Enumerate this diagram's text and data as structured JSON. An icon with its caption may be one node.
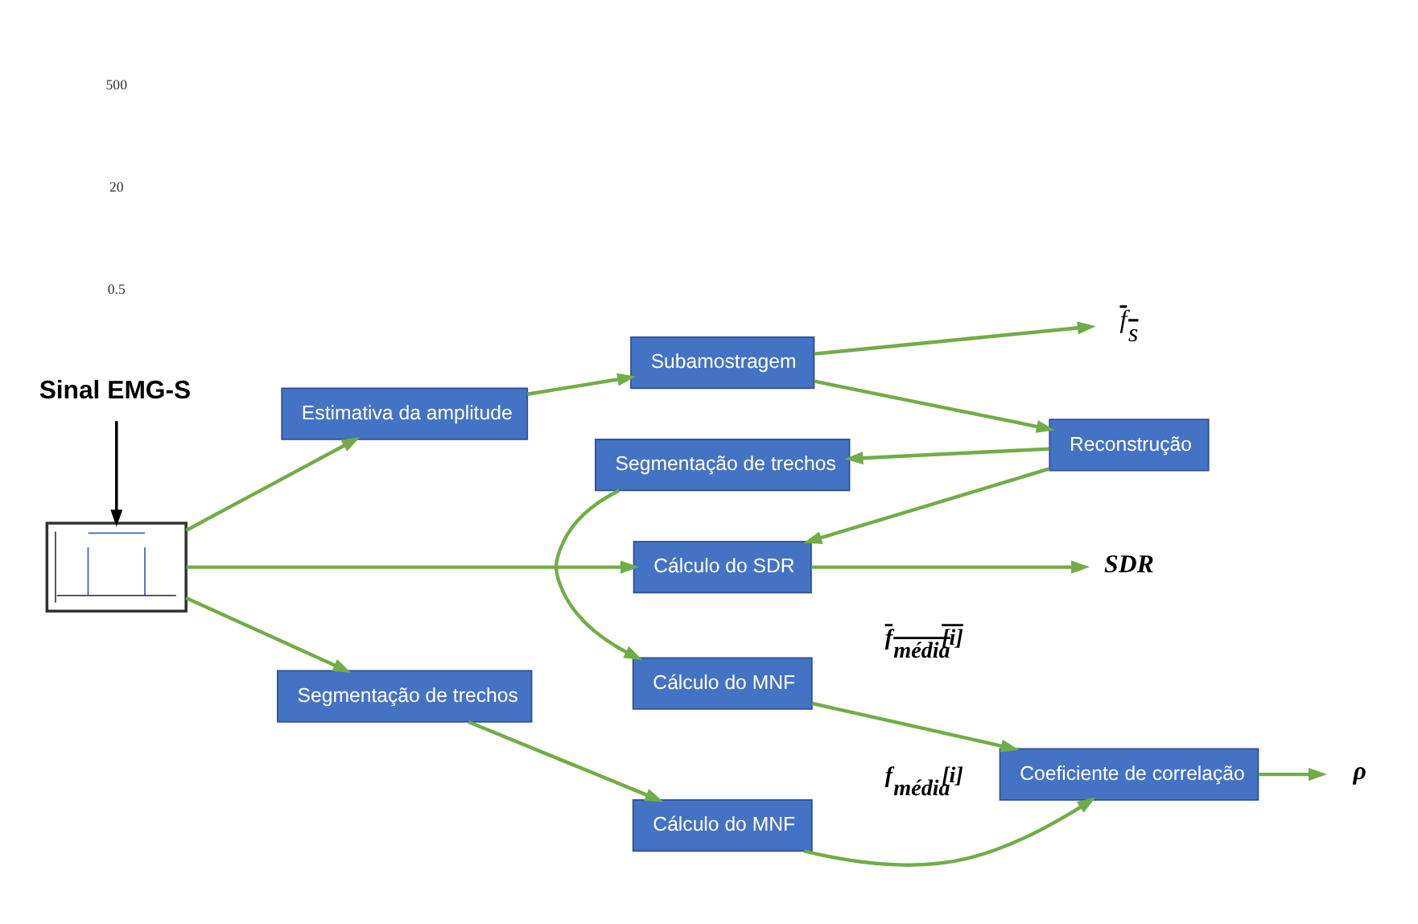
{
  "diagram": {
    "nodes": [
      {
        "text": [
          "Sinal EMG-S"
        ]
      },
      {
        "text": [],
        "shape": "picture"
      },
      {
        "text": [
          "Segmentação de trechos"
        ]
      },
      {
        "text": [
          "Cálculo do MNF"
        ]
      },
      {
        "text": [
          "Coeficiente de correlação"
        ]
      },
      {
        "text": [
          "Cálculo do MNF"
        ]
      },
      {
        "text": [
          "Estimativa da amplitude"
        ]
      },
      {
        "text": [
          "Reconstrução"
        ]
      },
      {
        "text": [
          "Segmentação de trechos"
        ]
      },
      {
        "text": [
          "Subamostragem"
        ]
      },
      {
        "text": [
          "Cálculo do SDR"
        ]
      },
      {
        "text": [
          "ρ"
        ]
      },
      {
        "text": [
          "f$_{s}$"
        ]
      },
      {
        "text": [
          "SDR"
        ]
      }
    ],
    "edges": [
      {
        "from": 0,
        "to": 1,
        "arrow": "to",
        "color": "#000000"
      },
      {
        "from": 1,
        "to": 2,
        "arrow": "to"
      },
      {
        "from": 1,
        "to": 6,
        "arrow": "to"
      },
      {
        "from": 2,
        "to": 3,
        "arrow": "to"
      },
      {
        "from": 3,
        "to": 4,
        "arrow": "to",
        "label": "f$_{média}$[i]"
      },
      {
        "from": 5,
        "to": 4,
        "arrow": "to",
        "label": "f$_{média}$[i]"
      },
      {
        "from": 4,
        "to": 11,
        "arrow": "to"
      },
      {
        "from": 8,
        "to": 5,
        "arrow": "to"
      },
      {
        "from": 7,
        "to": 8,
        "arrow": "to"
      },
      {
        "from": 6,
        "to": 9,
        "arrow": "to"
      },
      {
        "from": 9,
        "to": 7,
        "arrow": "to"
      },
      {
        "from": 9,
        "to": 12,
        "arrow": "to"
      },
      {
        "from": 7,
        "to": 10,
        "arrow": "to"
      },
      {
        "from": 1,
        "to": 10,
        "arrow": "to"
      },
      {
        "from": 10,
        "to": 13,
        "arrow": "to"
      }
    ],
    "labels": [
      "0.5",
      "20",
      "500"
    ]
  }
}
